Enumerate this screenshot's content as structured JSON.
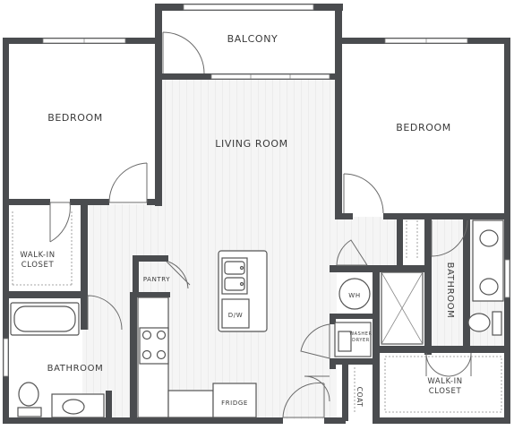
{
  "plan": {
    "rooms": {
      "balcony": "BALCONY",
      "bedroom_left": "BEDROOM",
      "bedroom_right": "BEDROOM",
      "living_room": "LIVING ROOM",
      "walk_in_closet_left": [
        "WALK-IN",
        "CLOSET"
      ],
      "walk_in_closet_right": [
        "WALK-IN",
        "CLOSET"
      ],
      "pantry": "PANTRY",
      "bathroom_left": "BATHROOM",
      "bathroom_right": "BATHROOM",
      "wh": "WH",
      "washer_dryer": [
        "WASHER",
        "DRYER"
      ],
      "coat": "COAT",
      "fridge": "FRIDGE",
      "dw": "D/W"
    },
    "colors": {
      "wall": "#4a4c4f",
      "floor": "#f4f4f4",
      "background": "#ffffff"
    }
  }
}
